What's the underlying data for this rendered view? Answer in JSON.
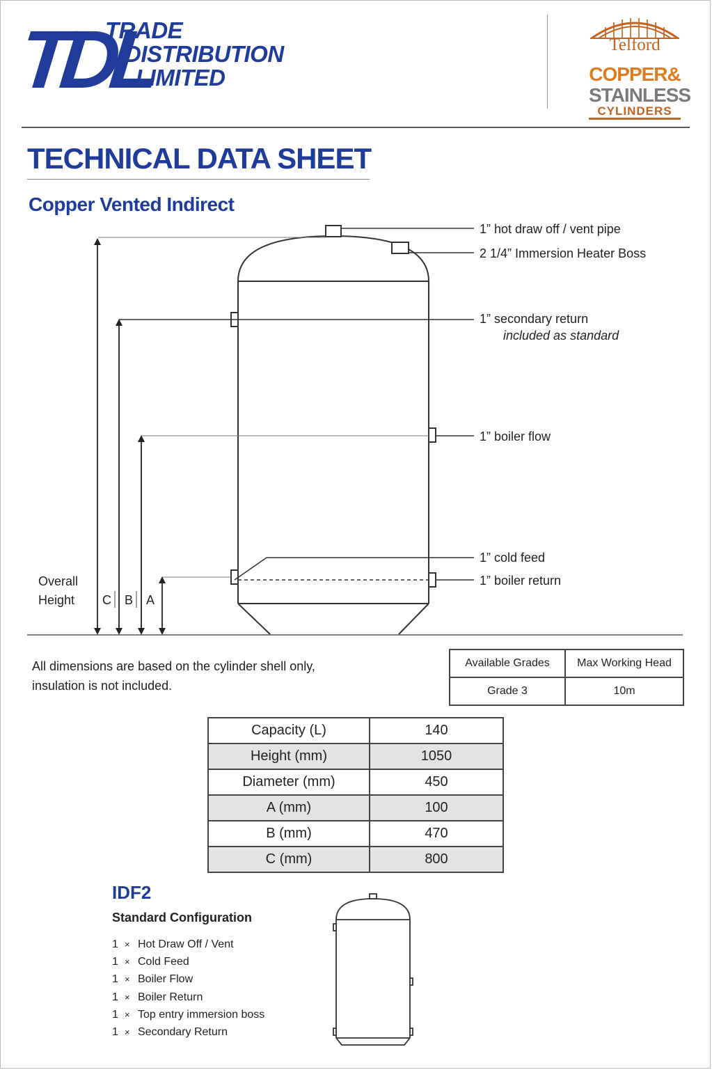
{
  "header": {
    "logo_mark": "TDL",
    "logo_lines": [
      "TRADE",
      "DISTRIBUTION",
      "LIMITED"
    ],
    "partner_logo": {
      "line1": "Telford",
      "line2": "COPPER&",
      "line3": "STAINLESS",
      "line4": "CYLINDERS"
    }
  },
  "document": {
    "title": "TECHNICAL DATA SHEET",
    "subtitle": "Copper Vented Indirect"
  },
  "diagram": {
    "callouts": {
      "hot_draw": "1” hot draw off / vent pipe",
      "immersion": "2 1/4” Immersion Heater Boss",
      "secondary_return": "1” secondary return",
      "secondary_note": "included as standard",
      "boiler_flow": "1” boiler flow",
      "cold_feed": "1” cold feed",
      "boiler_return": "1” boiler return"
    },
    "overall_label_1": "Overall",
    "overall_label_2": "Height",
    "dim_c": "C",
    "dim_b": "B",
    "dim_a": "A"
  },
  "note": {
    "line1": "All dimensions are based on the cylinder shell only,",
    "line2": "insulation is not included."
  },
  "grades_table": {
    "headers": [
      "Available Grades",
      "Max Working Head"
    ],
    "row": [
      "Grade 3",
      "10m"
    ]
  },
  "spec_table": [
    {
      "label": "Capacity (L)",
      "value": "140"
    },
    {
      "label": "Height (mm)",
      "value": "1050"
    },
    {
      "label": "Diameter (mm)",
      "value": "450"
    },
    {
      "label": "A (mm)",
      "value": "100"
    },
    {
      "label": "B (mm)",
      "value": "470"
    },
    {
      "label": "C (mm)",
      "value": "800"
    }
  ],
  "configuration": {
    "code": "IDF2",
    "title": "Standard Configuration",
    "multiplier": "×",
    "items": [
      {
        "qty": "1",
        "name": "Hot Draw Off / Vent"
      },
      {
        "qty": "1",
        "name": "Cold Feed"
      },
      {
        "qty": "1",
        "name": "Boiler Flow"
      },
      {
        "qty": "1",
        "name": "Boiler Return"
      },
      {
        "qty": "1",
        "name": "Top entry immersion boss"
      },
      {
        "qty": "1",
        "name": "Secondary Return"
      }
    ]
  },
  "colors": {
    "brand_blue": "#1f3c9a",
    "telford_orange": "#e07c1e",
    "telford_grey": "#7a7a7a",
    "table_stripe": "#e3e3e3"
  }
}
